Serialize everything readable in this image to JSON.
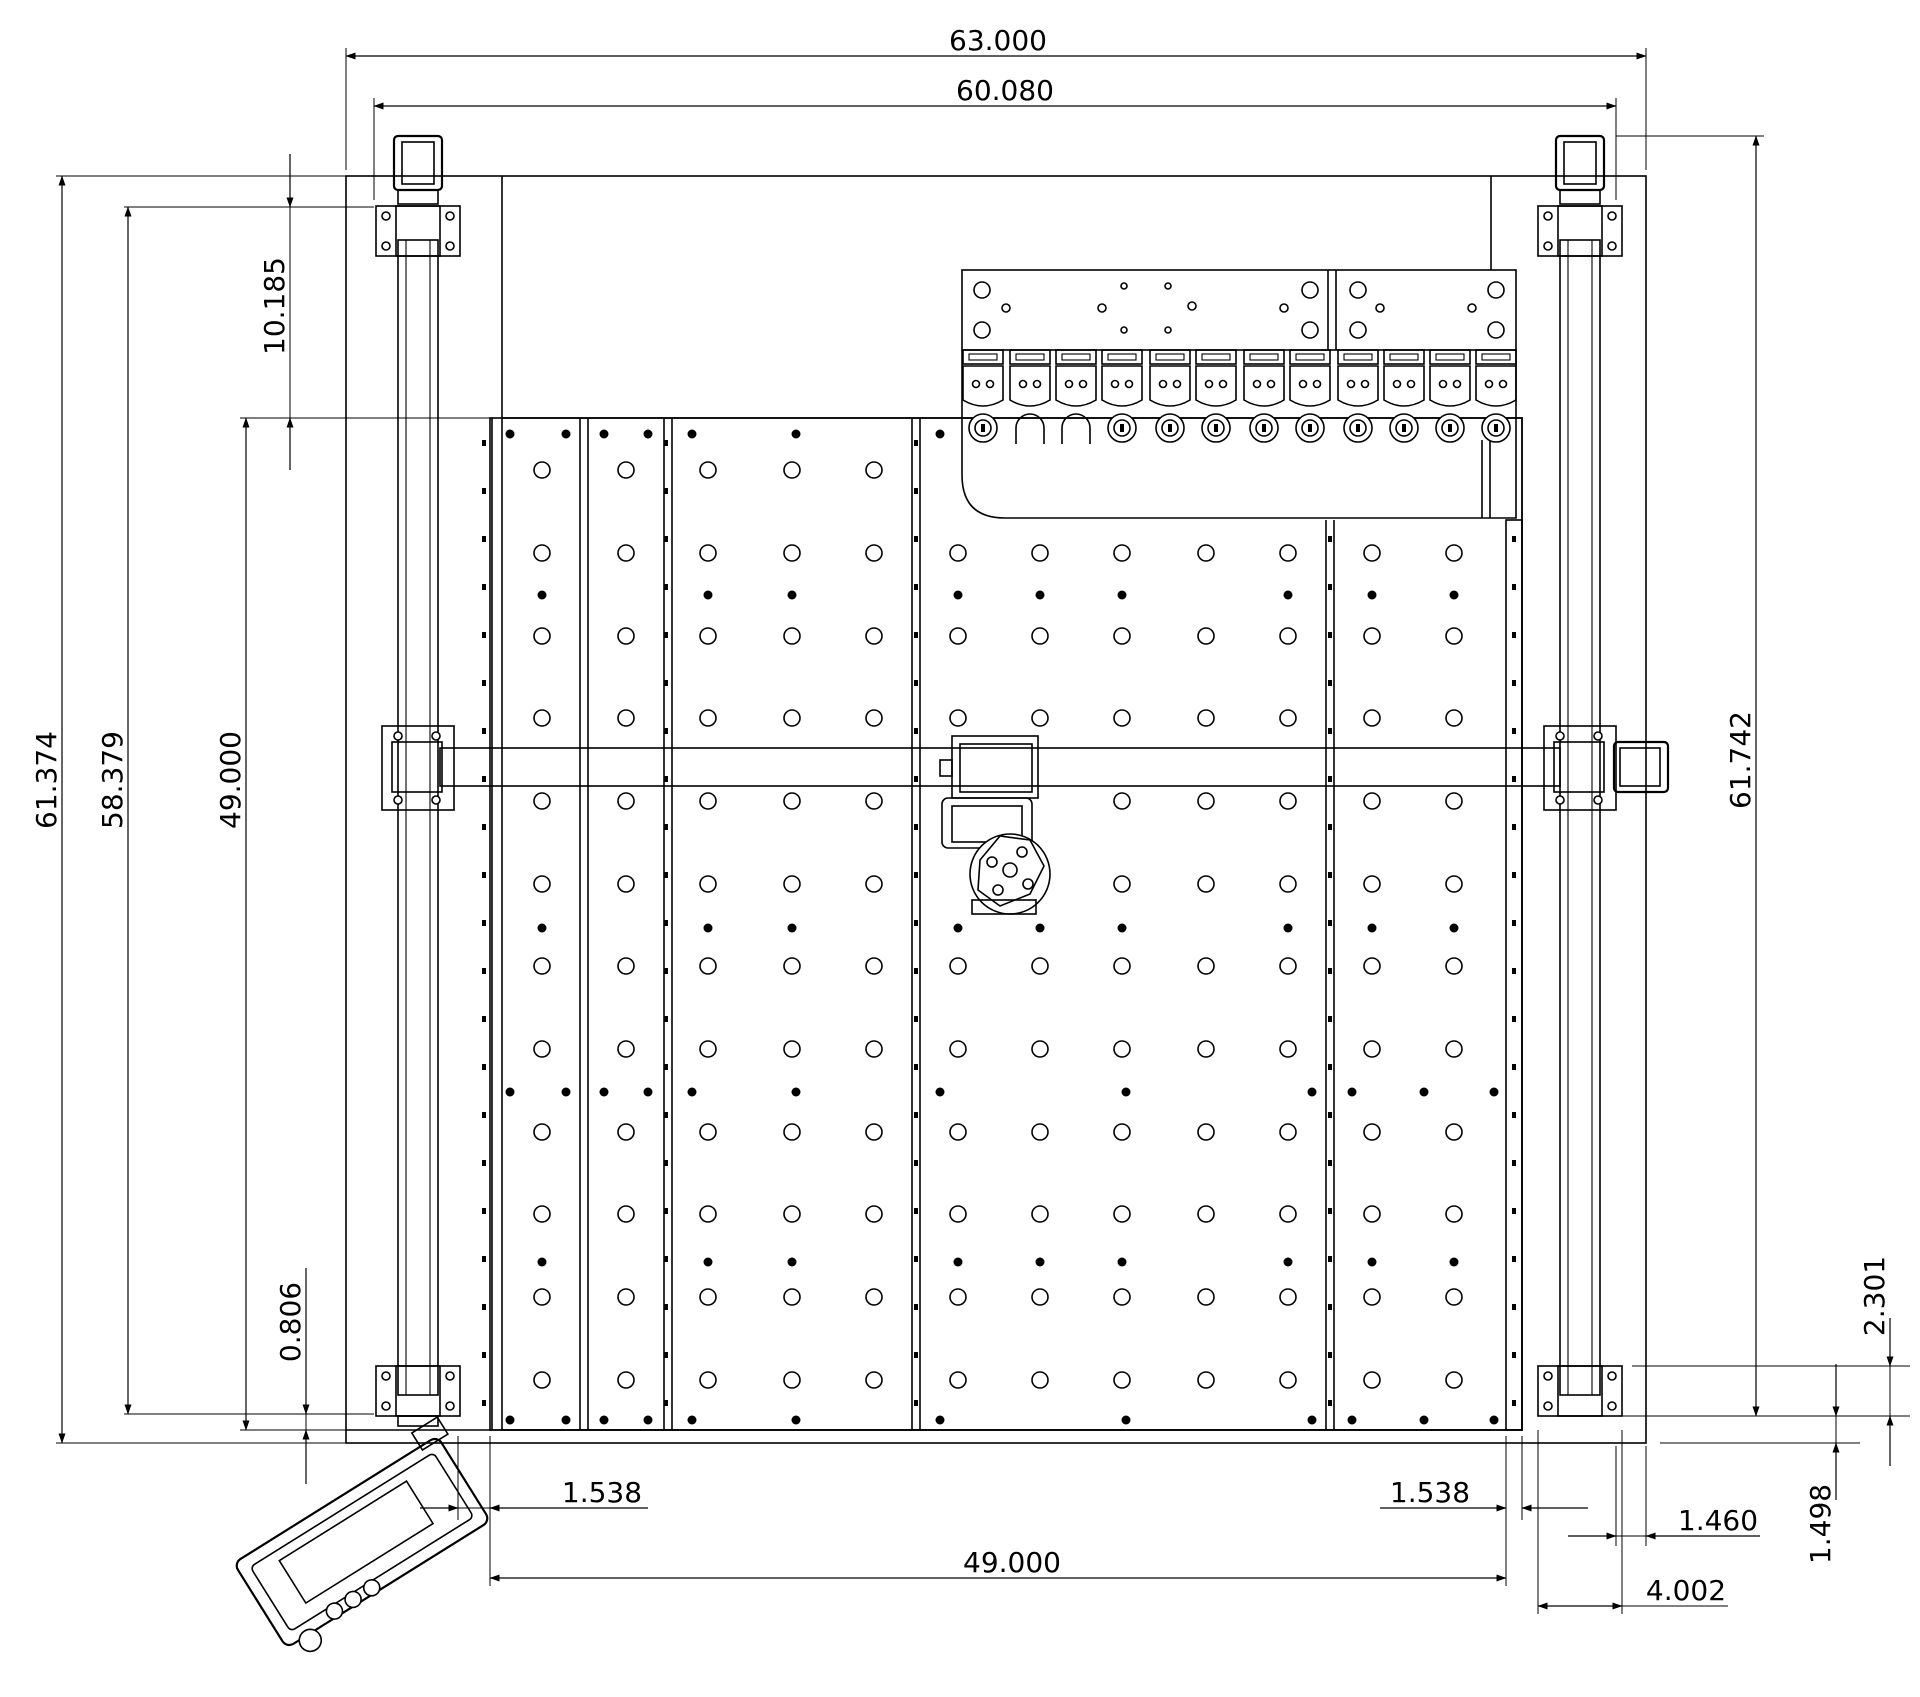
{
  "drawing": {
    "dimensions": {
      "overall_width": "63.000",
      "rail_span": "60.080",
      "left_height_overall": "61.374",
      "left_height_rail": "58.379",
      "bed_height": "49.000",
      "top_offset": "10.185",
      "bottom_offset_left": "0.806",
      "right_height": "61.742",
      "right_bottom_offset": "2.301",
      "right_bottom_small": "1.498",
      "bed_width": "49.000",
      "left_margin": "1.538",
      "right_margin": "1.538",
      "right_edge": "1.460",
      "right_rail_width": "4.002"
    }
  }
}
